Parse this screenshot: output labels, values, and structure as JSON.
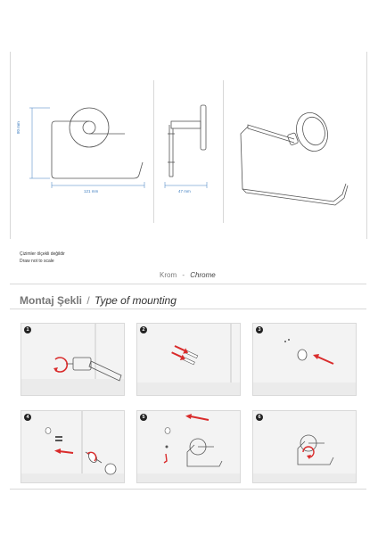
{
  "drawing": {
    "dimension_height": "80 mm",
    "dimension_width": "121 mm",
    "dimension_depth": "47 mm",
    "note_tr": "Çizimler ölçekli değildir",
    "note_en": "Draw not to scale"
  },
  "finish": {
    "label_tr": "Krom",
    "separator": "-",
    "label_en": "Chrome"
  },
  "mounting": {
    "title_tr": "Montaj Şekli",
    "separator": "/",
    "title_en": "Type of mounting",
    "steps": [
      "1",
      "2",
      "3",
      "4",
      "5",
      "6"
    ]
  },
  "colors": {
    "dimension": "#3a7bbf",
    "arrow": "#d92b2b",
    "line": "#555555",
    "panel": "#f3f3f3"
  }
}
